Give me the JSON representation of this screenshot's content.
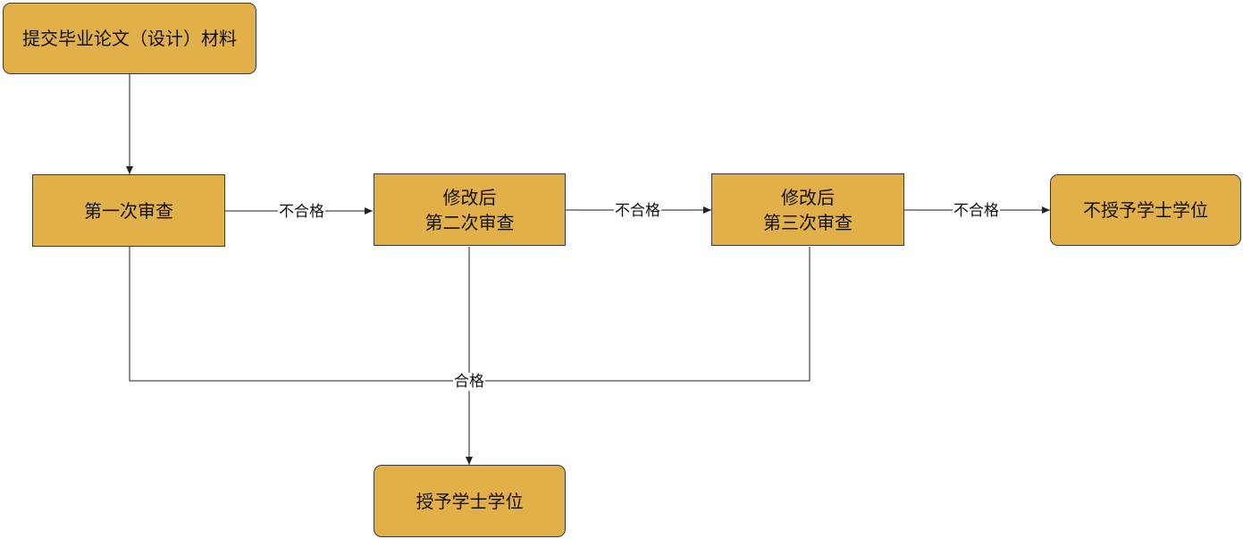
{
  "nodes": {
    "submit": {
      "text": "提交毕业论文（设计）材料"
    },
    "review1": {
      "text": "第一次审查"
    },
    "review2": {
      "line1": "修改后",
      "line2": "第二次审查"
    },
    "review3": {
      "line1": "修改后",
      "line2": "第三次审查"
    },
    "deny": {
      "text": "不授予学士学位"
    },
    "grant": {
      "text": "授予学士学位"
    }
  },
  "edges": {
    "fail1": "不合格",
    "fail2": "不合格",
    "fail3": "不合格",
    "pass": "合格"
  },
  "colors": {
    "node_fill": "#e2b048",
    "node_border": "#3a3a3a",
    "line": "#222222"
  }
}
